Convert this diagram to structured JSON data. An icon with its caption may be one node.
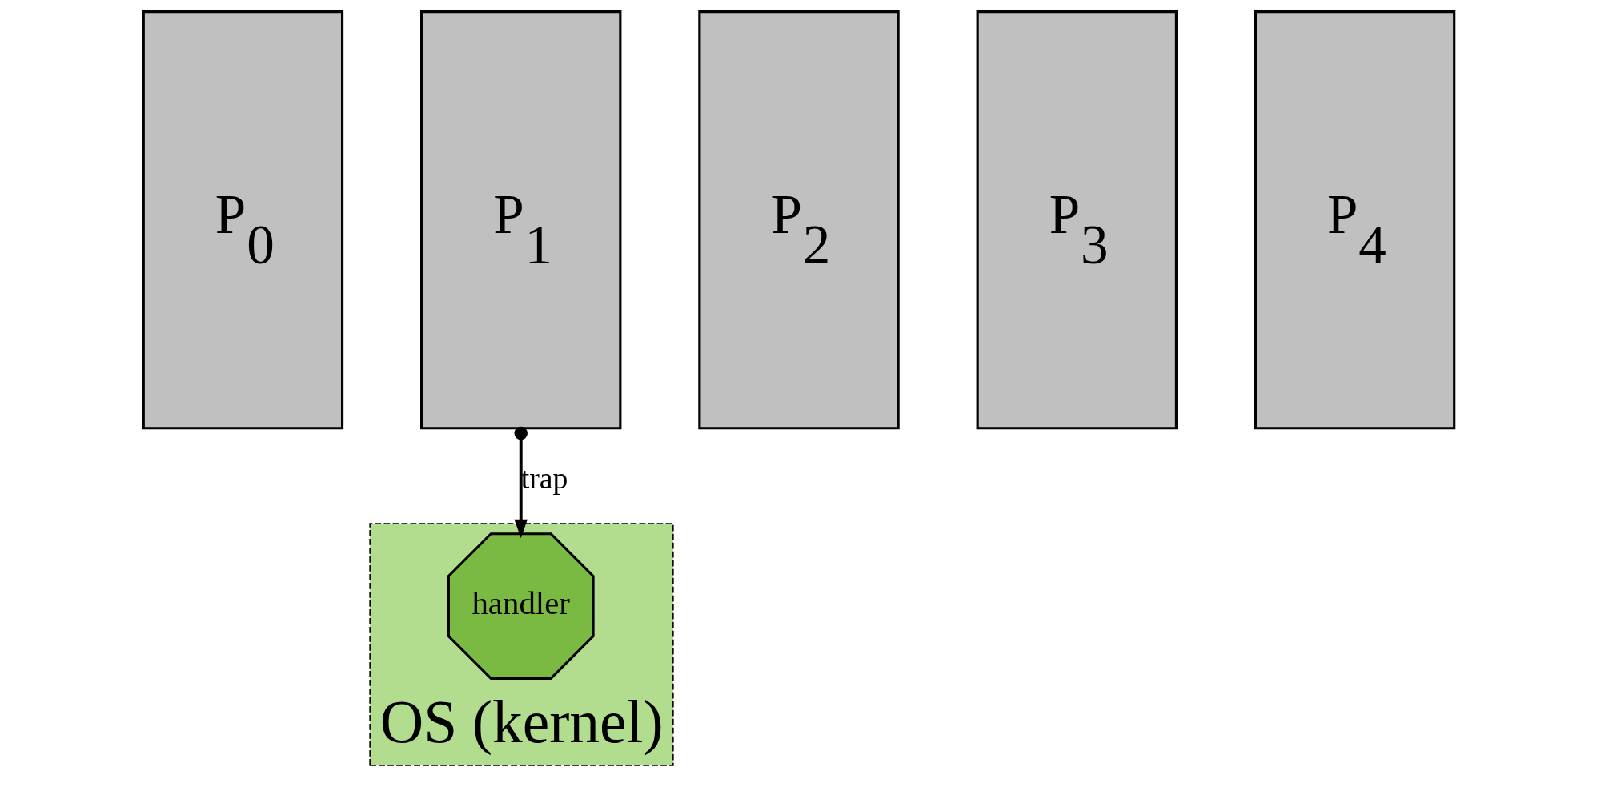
{
  "diagram": {
    "nodes": [
      {
        "text": [
          "P$_{0}$"
        ]
      },
      {
        "text": [
          "P$_{1}$"
        ]
      },
      {
        "text": [
          "P$_{2}$"
        ]
      },
      {
        "text": [
          "P$_{3}$"
        ]
      },
      {
        "text": [
          "P$_{4}$"
        ]
      },
      {
        "text": [
          "OS (kernel)"
        ]
      },
      {
        "text": [
          "handler"
        ],
        "in": 5
      }
    ],
    "edges": [
      {
        "from": 1,
        "to": 6,
        "arrow": "to",
        "label": "trap"
      }
    ]
  }
}
